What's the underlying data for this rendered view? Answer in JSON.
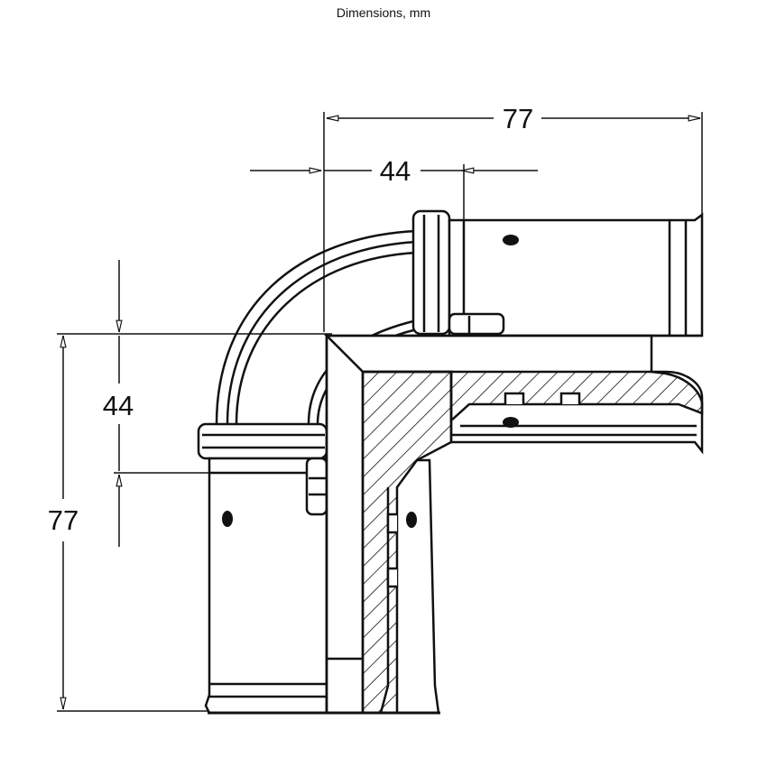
{
  "caption": "Dimensions, mm",
  "dimensions": {
    "top_overall": "77",
    "top_inner": "44",
    "left_overall": "77",
    "left_inner": "44"
  },
  "colors": {
    "line": "#111111",
    "background": "#ffffff"
  }
}
